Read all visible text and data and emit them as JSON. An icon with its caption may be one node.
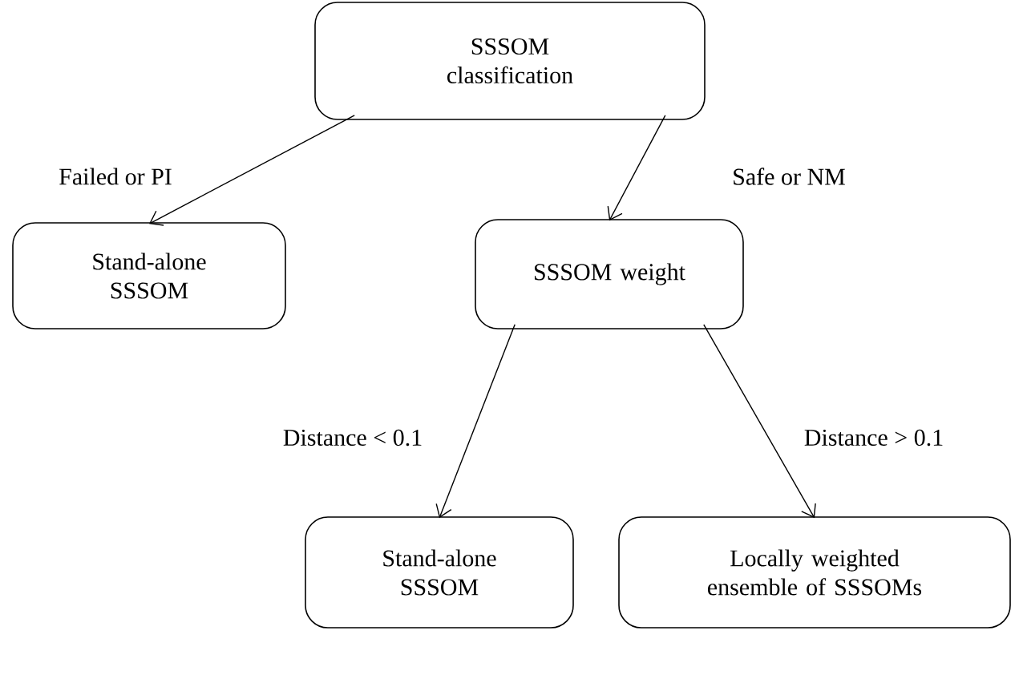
{
  "diagram": {
    "nodes": [
      {
        "text": [
          "SSSOM classification"
        ]
      },
      {
        "text": [
          "Stand-alone SSSOM"
        ]
      },
      {
        "text": [
          "SSSOM weight"
        ]
      },
      {
        "text": [
          "Stand-alone SSSOM"
        ]
      },
      {
        "text": [
          "Locally weighted ensemble of SSSOMs"
        ]
      }
    ],
    "edges": [
      {
        "from": 0,
        "to": 1,
        "arrow": "to",
        "label": "Failed or PI"
      },
      {
        "from": 0,
        "to": 2,
        "arrow": "to",
        "label": "Safe or NM"
      },
      {
        "from": 2,
        "to": 3,
        "arrow": "to",
        "label": "Distance < 0.1"
      },
      {
        "from": 2,
        "to": 4,
        "arrow": "to",
        "label": "Distance > 0.1"
      }
    ]
  }
}
